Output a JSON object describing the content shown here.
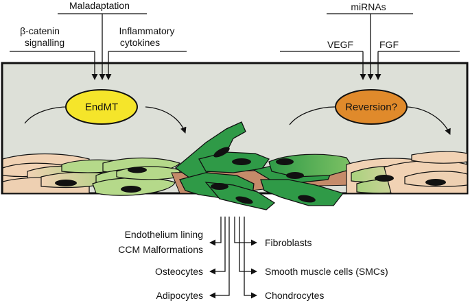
{
  "top_left": {
    "maladaptation": "Maladaptation",
    "beta_catenin_line1": "β-catenin",
    "beta_catenin_line2": "signalling",
    "inflammatory_line1": "Inflammatory",
    "inflammatory_line2": "cytokines"
  },
  "top_right": {
    "mirnas": "miRNAs",
    "vegf": "VEGF",
    "fgf": "FGF"
  },
  "bubbles": {
    "endmt": {
      "label": "EndMT",
      "color": "#f5e52a"
    },
    "reversion": {
      "label": "Reversion?",
      "color": "#e08a2b"
    }
  },
  "outcomes_left": {
    "endothelium_lining": "Endothelium lining",
    "ccm_malformations": "CCM Malformations",
    "osteocytes": "Osteocytes",
    "adipocytes": "Adipocytes"
  },
  "outcomes_right": {
    "fibroblasts": "Fibroblasts",
    "smcs": "Smooth muscle cells (SMCs)",
    "chondrocytes": "Chondrocytes"
  },
  "colors": {
    "vessel_bg": "#dde0d8",
    "endothelial_cell": "#f1d2b4",
    "light_green_cell": "#b5d98a",
    "dark_green_cell": "#2f9a47",
    "matrix_brown": "#c58b6a"
  }
}
